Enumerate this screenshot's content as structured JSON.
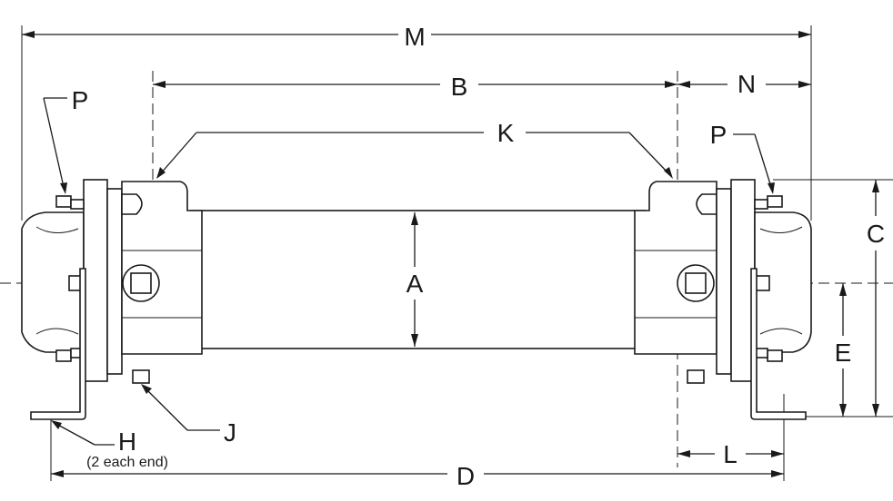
{
  "labels": {
    "M": "M",
    "B": "B",
    "N": "N",
    "K": "K",
    "P_left": "P",
    "P_right": "P",
    "C": "C",
    "A": "A",
    "E": "E",
    "H": "H",
    "H_note": "(2 each end)",
    "J": "J",
    "L": "L",
    "D": "D"
  }
}
